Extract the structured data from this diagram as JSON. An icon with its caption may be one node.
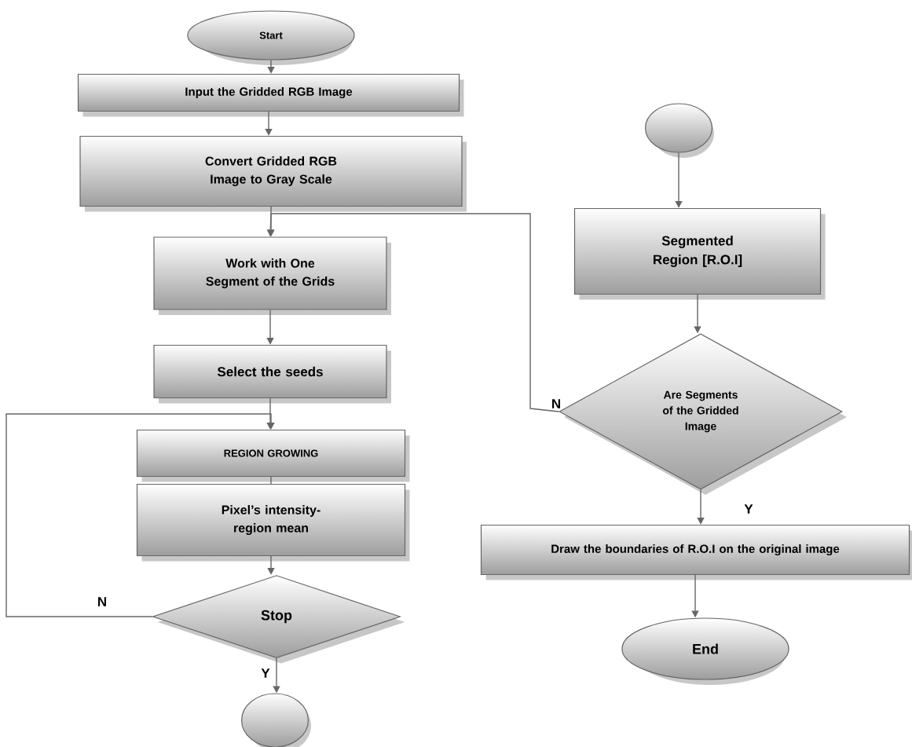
{
  "diagram": {
    "nodes": [
      {
        "text": [
          "Start"
        ]
      },
      {
        "text": [
          "Input the Gridded RGB Image"
        ]
      },
      {
        "text": [
          "Convert Gridded RGB Image to Gray Scale"
        ]
      },
      {
        "text": [
          "Work with One Segment of the Grids"
        ]
      },
      {
        "text": [
          "Select the seeds"
        ]
      },
      {
        "text": [
          "REGION GROWING"
        ]
      },
      {
        "text": [
          "Pixel’s intensity-region mean"
        ]
      },
      {
        "text": [
          "Stop"
        ]
      },
      {
        "text": [],
        "shape": "ellipse"
      },
      {
        "text": [],
        "shape": "ellipse"
      },
      {
        "text": [
          "Segmented Region [R.O.I]"
        ]
      },
      {
        "text": [
          "Are Segments of the Gridded Image"
        ]
      },
      {
        "text": [
          "Draw the boundaries of R.O.I on the original image"
        ]
      },
      {
        "text": [
          "End"
        ]
      }
    ],
    "edges": [
      {
        "from": 0,
        "to": 1,
        "arrow": "to"
      },
      {
        "from": 1,
        "to": 2,
        "arrow": "to"
      },
      {
        "from": 2,
        "to": 3,
        "arrow": "to"
      },
      {
        "from": 3,
        "to": 4,
        "arrow": "to"
      },
      {
        "from": 4,
        "to": 5,
        "arrow": "to"
      },
      {
        "from": 5,
        "to": 6,
        "arrow": "none"
      },
      {
        "from": 6,
        "to": 7,
        "arrow": "to"
      },
      {
        "from": 7,
        "to": 8,
        "label": "Y",
        "arrow": "to"
      },
      {
        "from": 7,
        "to": 5,
        "label": "N",
        "arrow": "to"
      },
      {
        "from": 9,
        "to": 10,
        "arrow": "to"
      },
      {
        "from": 10,
        "to": 11,
        "arrow": "to"
      },
      {
        "from": 11,
        "to": 3,
        "label": "N",
        "arrow": "to"
      },
      {
        "from": 11,
        "to": 12,
        "label": "Y",
        "arrow": "to"
      },
      {
        "from": 12,
        "to": 13,
        "arrow": "to"
      }
    ]
  }
}
